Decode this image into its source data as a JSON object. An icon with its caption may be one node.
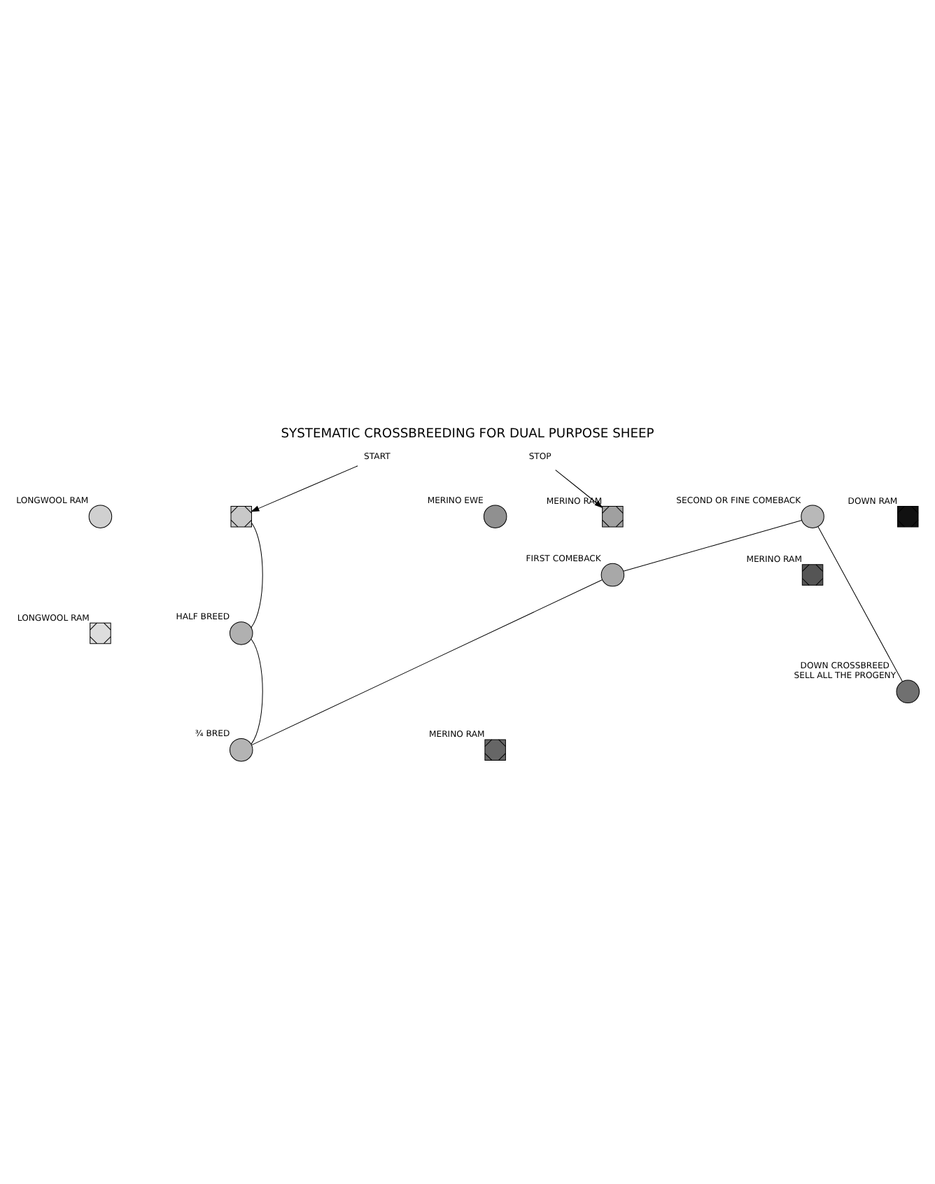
{
  "diagram": {
    "title": "SYSTEMATIC CROSSBREEDING FOR DUAL PURPOSE SHEEP",
    "nodes": [
      {
        "text": [
          "START"
        ]
      },
      {
        "text": [],
        "shape": "circle",
        "beside": [
          "LONGWOOL RAM"
        ]
      },
      {
        "text": [],
        "shape": "cross"
      },
      {
        "text": [],
        "shape": "circle",
        "beside": [
          "MERINO EWE"
        ]
      },
      {
        "text": [
          "STOP"
        ]
      },
      {
        "text": [],
        "shape": "cross",
        "beside": [
          "MERINO RAM"
        ]
      },
      {
        "text": [],
        "shape": "circle",
        "beside": [
          "SECOND OR FINE COMEBACK"
        ]
      },
      {
        "text": [],
        "shape": "cross",
        "beside": [
          "DOWN RAM"
        ]
      },
      {
        "text": [],
        "shape": "circle",
        "beside": [
          "FIRST COMEBACK"
        ]
      },
      {
        "text": [],
        "shape": "cross",
        "beside": [
          "MERINO RAM"
        ]
      },
      {
        "text": [],
        "shape": "cross",
        "beside": [
          "LONGWOOL RAM"
        ]
      },
      {
        "text": [],
        "shape": "circle",
        "beside": [
          "HALF BREED"
        ]
      },
      {
        "text": [],
        "shape": "circle",
        "beside": [
          "DOWN CROSSBREED",
          "SELL ALL THE PROGENY"
        ]
      },
      {
        "text": [],
        "shape": "circle",
        "beside": [
          "¾ BRED"
        ]
      },
      {
        "text": [],
        "shape": "cross",
        "beside": [
          "MERINO RAM"
        ]
      }
    ],
    "edges": [
      {
        "from": 0,
        "to": 2,
        "arrow": "to"
      },
      {
        "from": 4,
        "to": 5,
        "arrow": "to"
      },
      {
        "from": 2,
        "to": 11,
        "arrow": "none"
      },
      {
        "from": 11,
        "to": 13,
        "arrow": "none"
      },
      {
        "from": 13,
        "to": 8,
        "arrow": "none"
      },
      {
        "from": 8,
        "to": 6,
        "arrow": "none"
      },
      {
        "from": 6,
        "to": 12,
        "arrow": "none"
      }
    ]
  }
}
